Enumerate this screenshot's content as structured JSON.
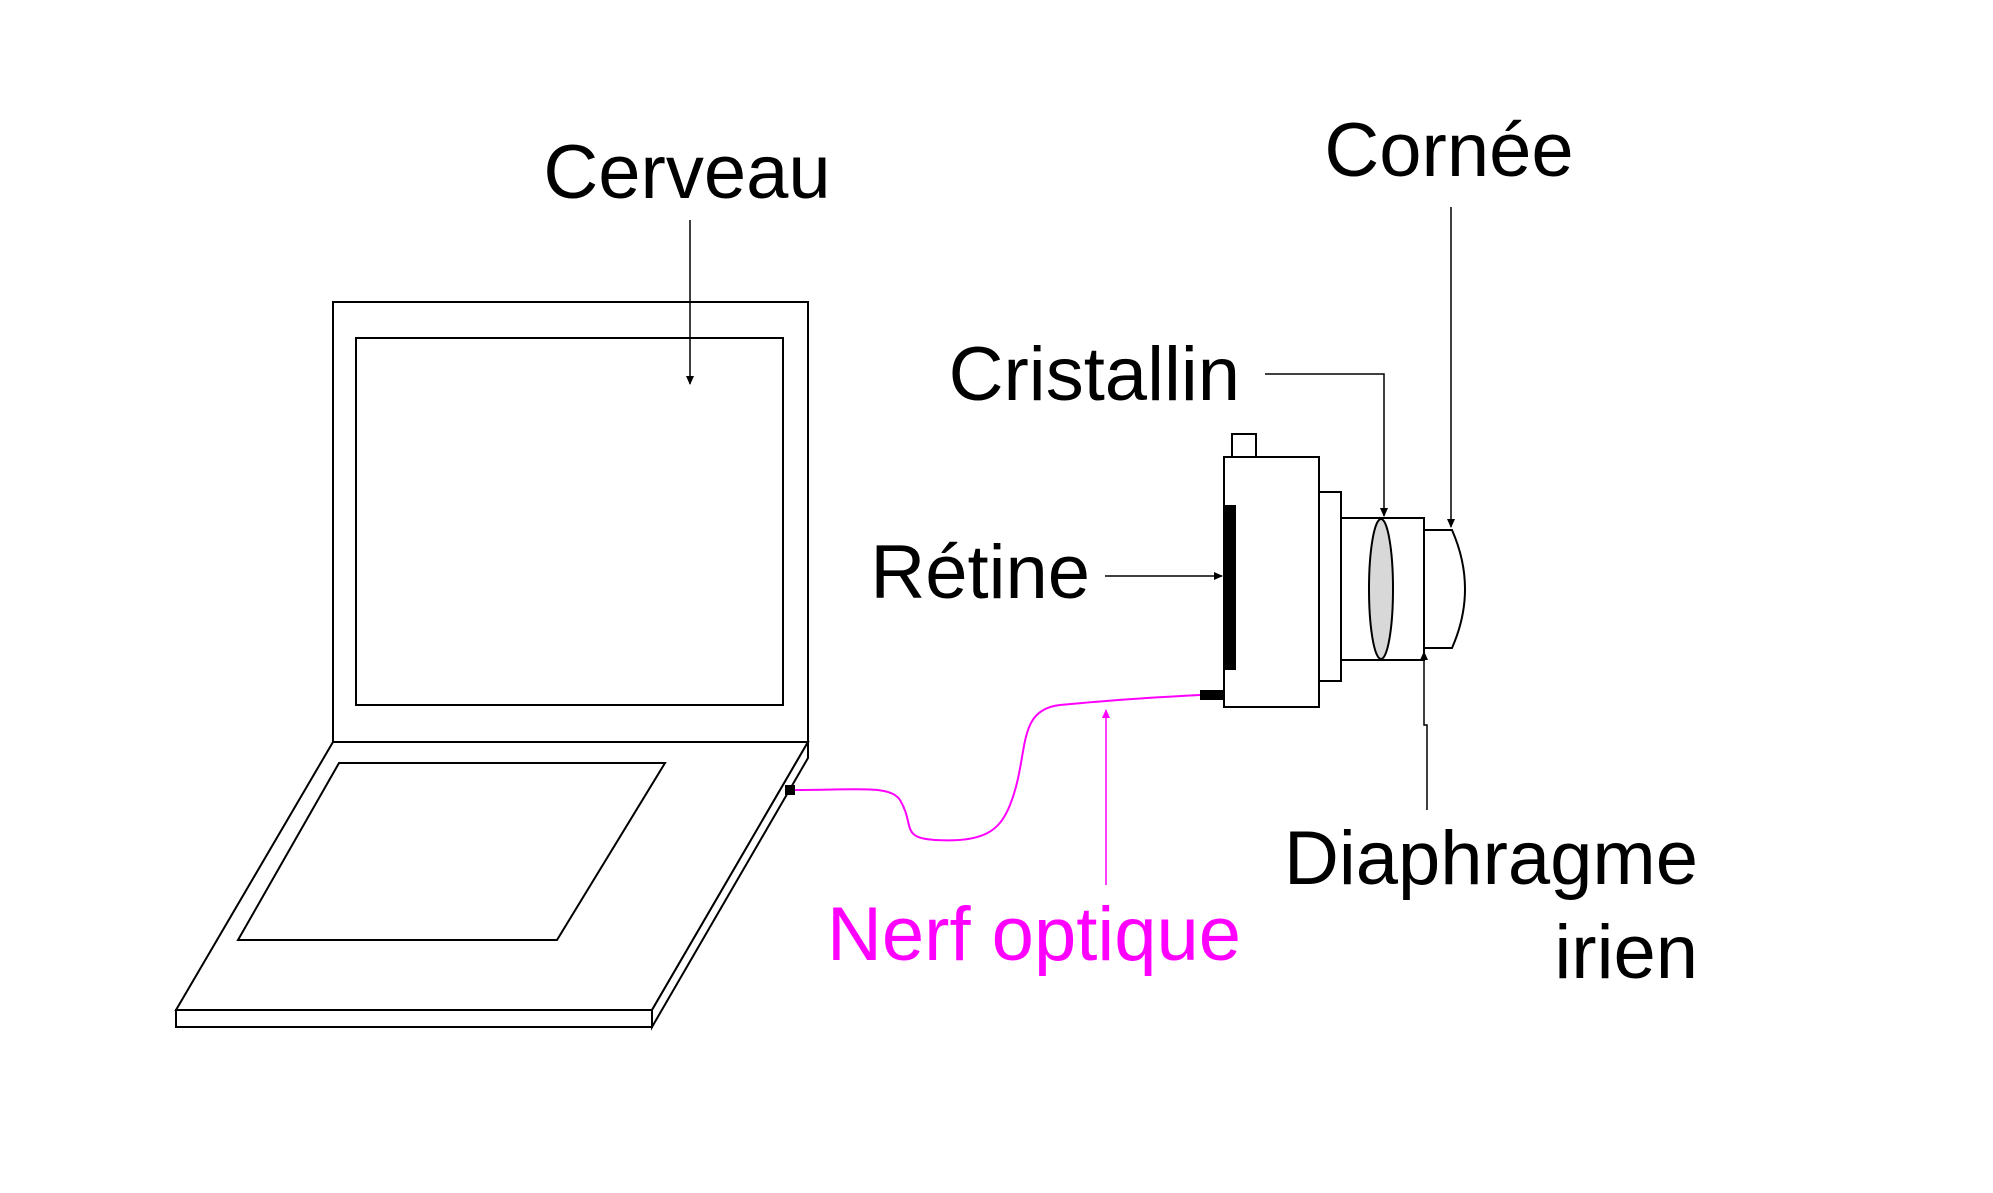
{
  "labels": {
    "brain": "Cerveau",
    "cornea": "Cornée",
    "lens": "Cristallin",
    "retina": "Rétine",
    "iris_line1": "Diaphragme",
    "iris_line2": "irien",
    "optic_nerve": "Nerf optique"
  },
  "colors": {
    "optic_nerve": "#ff00ff",
    "lens_fill": "#d8d8d8",
    "stroke": "#000000"
  }
}
